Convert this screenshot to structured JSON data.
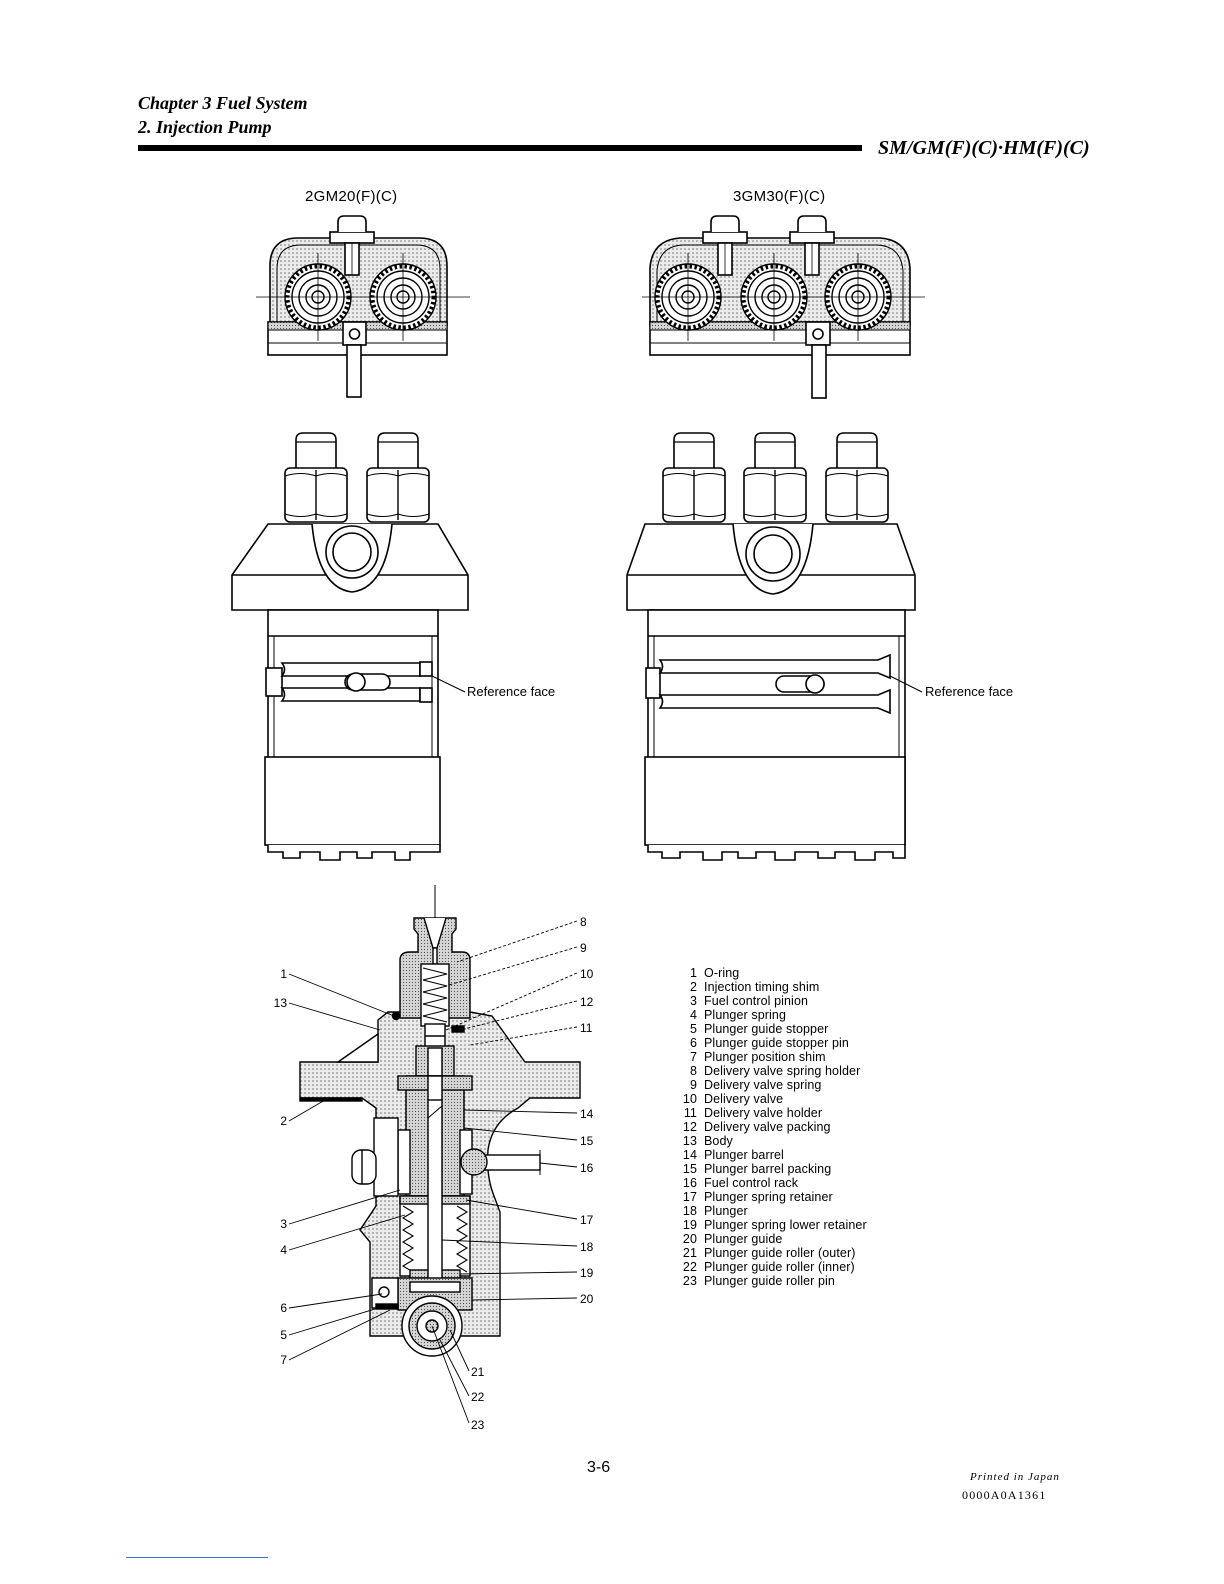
{
  "header": {
    "chapter": "Chapter 3 Fuel System",
    "section": "2. Injection Pump",
    "models": "SM/GM(F)(C)·HM(F)(C)"
  },
  "figures": {
    "left_model": "2GM20(F)(C)",
    "right_model": "3GM30(F)(C)",
    "left_reference_label": "Reference face",
    "right_reference_label": "Reference face"
  },
  "cross_section": {
    "callouts": [
      "8",
      "9",
      "10",
      "12",
      "11",
      "14",
      "15",
      "16",
      "17",
      "18",
      "19",
      "20",
      "1",
      "13",
      "2",
      "3",
      "4",
      "6",
      "5",
      "7",
      "21",
      "22",
      "23"
    ]
  },
  "parts_list": [
    {
      "no": "1",
      "name": "O-ring"
    },
    {
      "no": "2",
      "name": "Injection timing shim"
    },
    {
      "no": "3",
      "name": "Fuel control pinion"
    },
    {
      "no": "4",
      "name": "Plunger spring"
    },
    {
      "no": "5",
      "name": "Plunger guide stopper"
    },
    {
      "no": "6",
      "name": "Plunger guide stopper pin"
    },
    {
      "no": "7",
      "name": "Plunger position shim"
    },
    {
      "no": "8",
      "name": "Delivery valve spring holder"
    },
    {
      "no": "9",
      "name": "Delivery valve spring"
    },
    {
      "no": "10",
      "name": "Delivery valve"
    },
    {
      "no": "11",
      "name": "Delivery valve holder"
    },
    {
      "no": "12",
      "name": "Delivery valve packing"
    },
    {
      "no": "13",
      "name": "Body"
    },
    {
      "no": "14",
      "name": "Plunger barrel"
    },
    {
      "no": "15",
      "name": "Plunger barrel packing"
    },
    {
      "no": "16",
      "name": "Fuel control rack"
    },
    {
      "no": "17",
      "name": "Plunger spring retainer"
    },
    {
      "no": "18",
      "name": "Plunger"
    },
    {
      "no": "19",
      "name": "Plunger spring lower retainer"
    },
    {
      "no": "20",
      "name": "Plunger guide"
    },
    {
      "no": "21",
      "name": "Plunger guide roller (outer)"
    },
    {
      "no": "22",
      "name": "Plunger guide roller (inner)"
    },
    {
      "no": "23",
      "name": "Plunger guide roller pin"
    }
  ],
  "footer": {
    "page_number": "3-6",
    "printed": "Printed in Japan",
    "code": "0000A0A1361"
  },
  "colors": {
    "ink": "#000000",
    "footnote_rule": "#3f6fd8"
  }
}
